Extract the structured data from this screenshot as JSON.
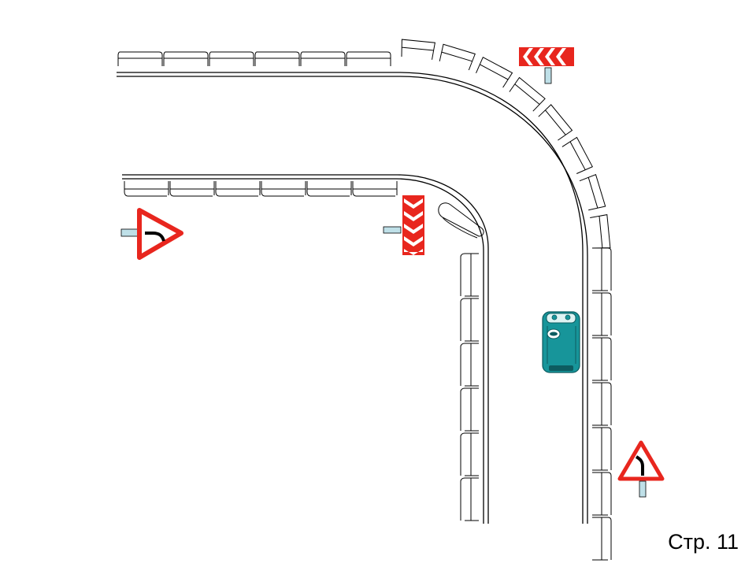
{
  "page": {
    "number_label": "Стр. 11"
  },
  "colors": {
    "road_line": "#000000",
    "sign_red": "#e8261e",
    "sign_white": "#ffffff",
    "sign_post": "#bfe0e8",
    "car_body": "#17959a",
    "car_dark": "#0d5c60"
  },
  "elements": {
    "signs": [
      {
        "name": "curve-warning-sign-left",
        "type": "dangerous-turn-right-warning",
        "icon": "curve-arrow-icon"
      },
      {
        "name": "curve-warning-sign-right",
        "type": "dangerous-turn-left-warning",
        "icon": "curve-arrow-icon"
      },
      {
        "name": "chevron-board-top",
        "type": "turn-direction-board",
        "icon": "chevron-left-icon"
      },
      {
        "name": "chevron-board-inner",
        "type": "turn-direction-board",
        "icon": "chevron-down-icon"
      }
    ],
    "vehicle": {
      "name": "car",
      "icon": "car-top-view-icon"
    }
  }
}
